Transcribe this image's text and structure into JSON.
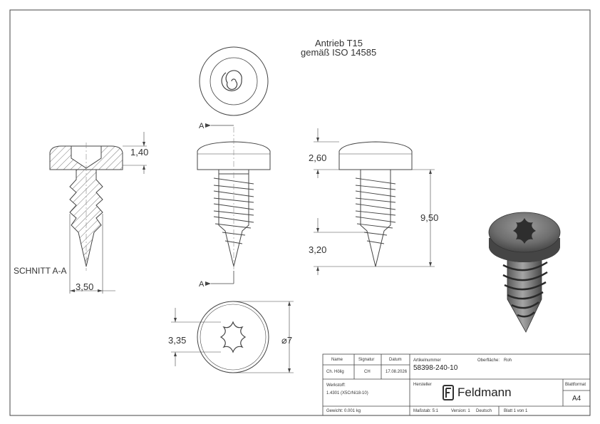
{
  "drive_note": {
    "line1": "Antrieb T15",
    "line2": "gemäß ISO 14585"
  },
  "section_label": "SCHNITT A-A",
  "section_markers": {
    "top": "A",
    "bottom": "A"
  },
  "dimensions": {
    "head_height_section": "1,40",
    "section_diameter": "3,50",
    "head_height": "2,60",
    "length": "9,50",
    "tip_length": "3,20",
    "drive_size": "3,35",
    "head_diameter": "⌀7"
  },
  "title_block": {
    "headers": {
      "name": "Name",
      "signature": "Signatur",
      "date": "Datum"
    },
    "row": {
      "name": "Ch. Hölig",
      "signature": "CH",
      "date": "17.08.2026"
    },
    "article_label": "Artikelnummer",
    "article_number": "58398-240-10",
    "surface_label": "Oberfläche:",
    "surface_value": "Roh",
    "material_label": "Werkstoff:",
    "material_value": "1.4301 (X5CrNi18-10)",
    "manufacturer_label": "Hersteller",
    "brand": "Feldmann",
    "sheet_format_label": "Blattformat",
    "sheet_format_value": "A4",
    "weight": "Gewicht: 0.001 kg",
    "scale": "Maßstab: 5:1",
    "version": "Version: 1",
    "language": "Deutsch",
    "sheet": "Blatt 1 von 1"
  }
}
